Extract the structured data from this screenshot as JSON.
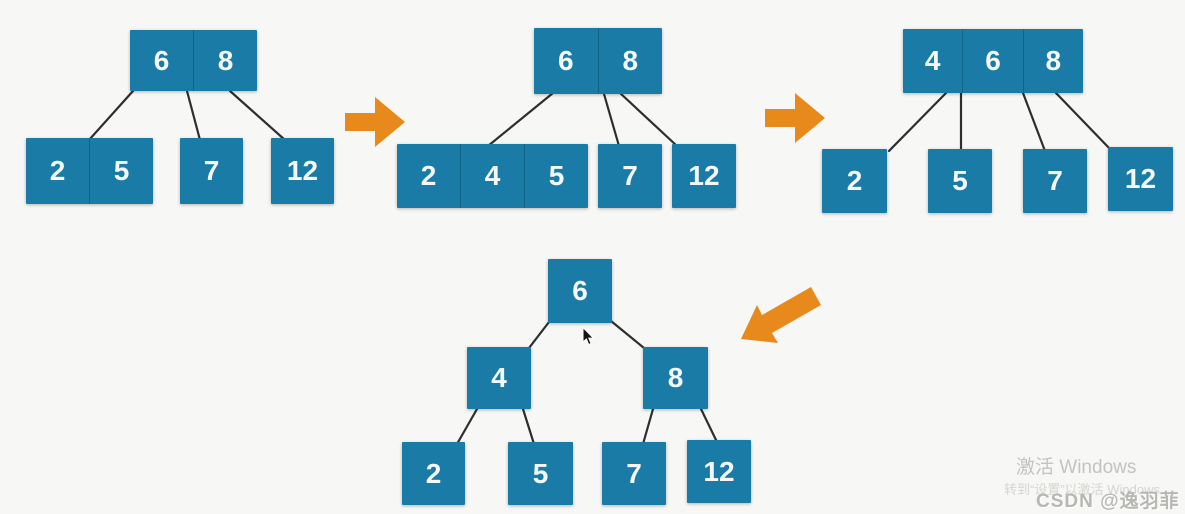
{
  "colors": {
    "node_fill": "#1a7ca6",
    "node_text": "#ffffff",
    "arrow_orange": "#e8891c",
    "edge_line": "#2e2e2e",
    "background": "#f7f7f5",
    "watermark_gray": "#c3c3c0"
  },
  "trees": [
    {
      "name": "btree-step-1",
      "nodes": [
        {
          "key": "root",
          "cells": [
            "6",
            "8"
          ]
        },
        {
          "key": "leaf-2-5",
          "cells": [
            "2",
            "5"
          ]
        },
        {
          "key": "leaf-7",
          "cells": [
            "7"
          ]
        },
        {
          "key": "leaf-12",
          "cells": [
            "12"
          ]
        }
      ]
    },
    {
      "name": "btree-step-2",
      "nodes": [
        {
          "key": "root",
          "cells": [
            "6",
            "8"
          ]
        },
        {
          "key": "leaf-2-4-5",
          "cells": [
            "2",
            "4",
            "5"
          ]
        },
        {
          "key": "leaf-7",
          "cells": [
            "7"
          ]
        },
        {
          "key": "leaf-12",
          "cells": [
            "12"
          ]
        }
      ]
    },
    {
      "name": "btree-step-3",
      "nodes": [
        {
          "key": "root",
          "cells": [
            "4",
            "6",
            "8"
          ]
        },
        {
          "key": "leaf-2",
          "cells": [
            "2"
          ]
        },
        {
          "key": "leaf-5",
          "cells": [
            "5"
          ]
        },
        {
          "key": "leaf-7",
          "cells": [
            "7"
          ]
        },
        {
          "key": "leaf-12",
          "cells": [
            "12"
          ]
        }
      ]
    },
    {
      "name": "binary-tree-step-4",
      "nodes": [
        {
          "key": "root",
          "cells": [
            "6"
          ]
        },
        {
          "key": "node-4",
          "cells": [
            "4"
          ]
        },
        {
          "key": "node-8",
          "cells": [
            "8"
          ]
        },
        {
          "key": "leaf-2",
          "cells": [
            "2"
          ]
        },
        {
          "key": "leaf-5",
          "cells": [
            "5"
          ]
        },
        {
          "key": "leaf-7",
          "cells": [
            "7"
          ]
        },
        {
          "key": "leaf-12",
          "cells": [
            "12"
          ]
        }
      ]
    }
  ],
  "watermark": {
    "activate_title": "激活 Windows",
    "activate_subtitle": "转到“设置”以激活 Windows",
    "csdn_user": "CSDN @逸羽菲"
  }
}
